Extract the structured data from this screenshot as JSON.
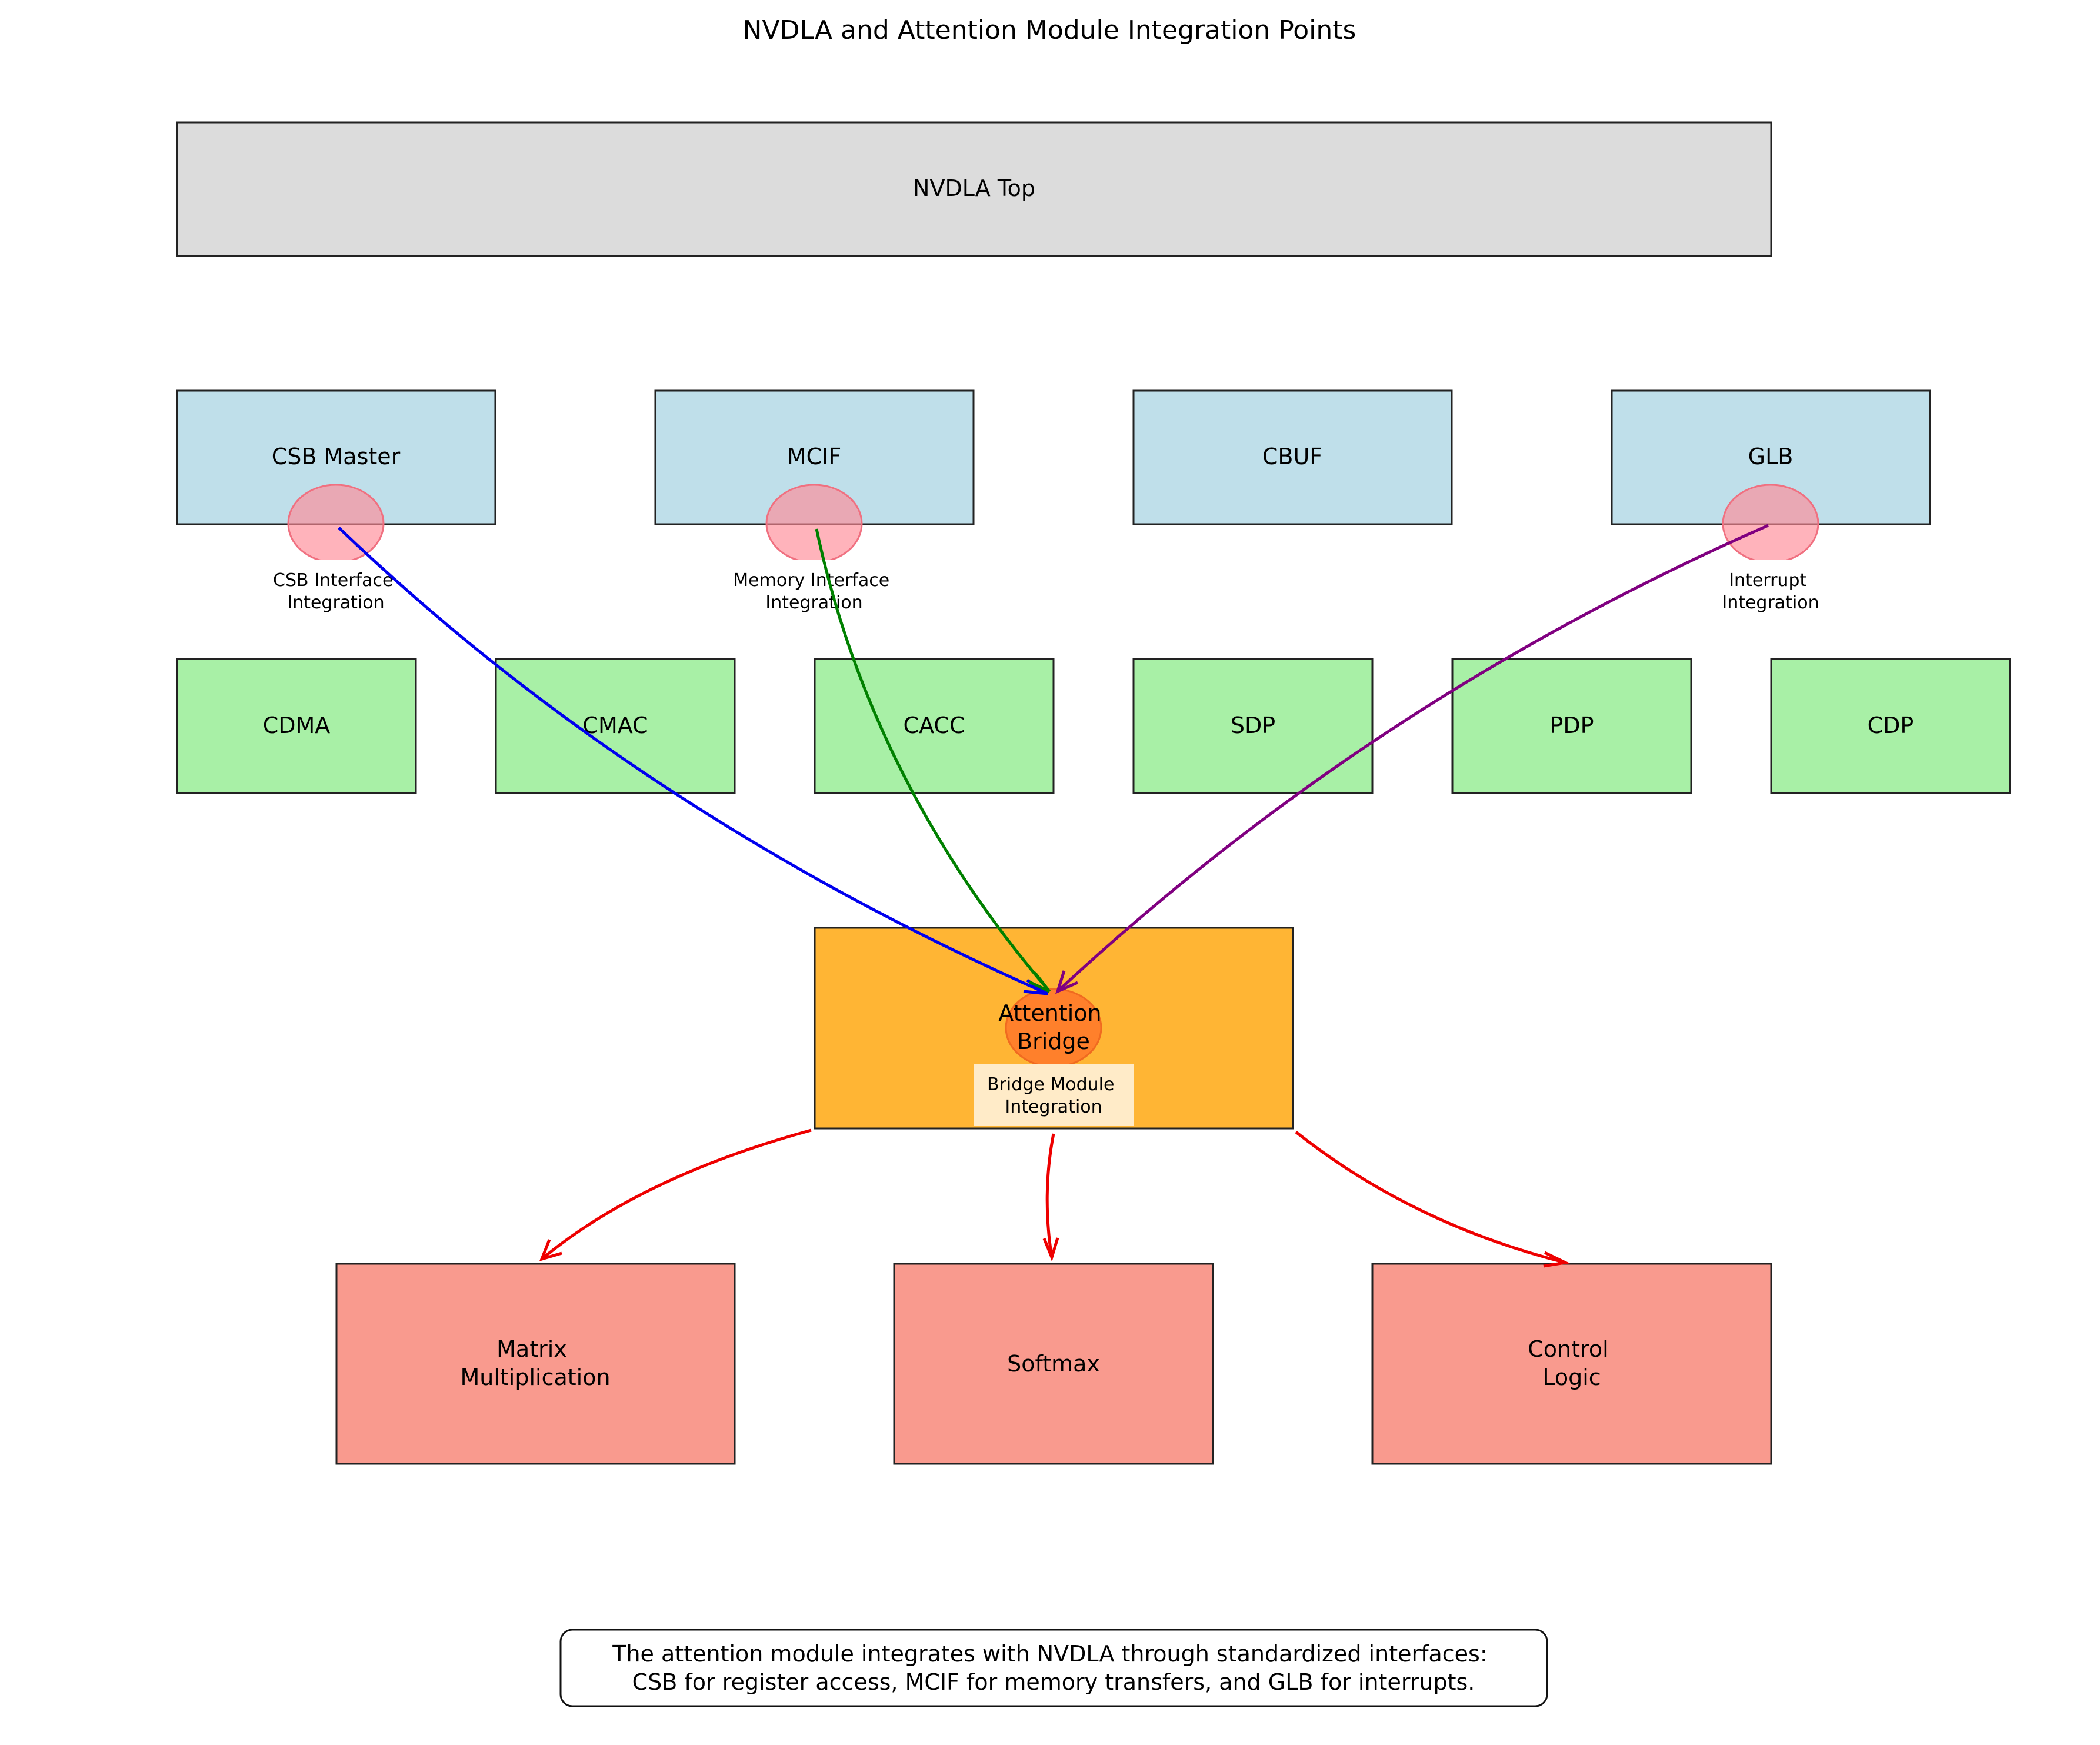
{
  "title": "NVDLA and Attention Module Integration Points",
  "top_block": {
    "label": "NVDLA Top",
    "fill": "#dcdcdc"
  },
  "interface_blocks": [
    {
      "id": "csb-master",
      "label": "CSB Master"
    },
    {
      "id": "mcif",
      "label": "MCIF"
    },
    {
      "id": "cbuf",
      "label": "CBUF"
    },
    {
      "id": "glb",
      "label": "GLB"
    }
  ],
  "engine_blocks": [
    {
      "id": "cdma",
      "label": "CDMA"
    },
    {
      "id": "cmac",
      "label": "CMAC"
    },
    {
      "id": "cacc",
      "label": "CACC"
    },
    {
      "id": "sdp",
      "label": "SDP"
    },
    {
      "id": "pdp",
      "label": "PDP"
    },
    {
      "id": "cdp",
      "label": "CDP"
    }
  ],
  "integration_points": [
    {
      "id": "csb",
      "line1": "CSB Interface",
      "line2": "Integration"
    },
    {
      "id": "memory",
      "line1": "Memory Interface",
      "line2": "Integration"
    },
    {
      "id": "interrupt",
      "line1": "Interrupt",
      "line2": "Integration"
    }
  ],
  "bridge": {
    "line1": "Attention",
    "line2": "Bridge",
    "note_line1": "Bridge Module",
    "note_line2": "Integration"
  },
  "attention_blocks": [
    {
      "id": "matrix-multiplication",
      "line1": "Matrix",
      "line2": "Multiplication"
    },
    {
      "id": "softmax",
      "line1": "Softmax",
      "line2": ""
    },
    {
      "id": "control-logic",
      "line1": "Control",
      "line2": "Logic"
    }
  ],
  "caption": {
    "line1": "The attention module integrates with NVDLA through standardized interfaces:",
    "line2": "CSB for register access, MCIF for memory transfers, and GLB for interrupts."
  },
  "colors": {
    "interface": "#bfdfea",
    "engine": "#a8f0a6",
    "bridge": "#ffb534",
    "bridge_marker": "#ff7a2a",
    "attention": "#f99a8e",
    "integration_marker": "#ffabb4",
    "note_bg": "#ffebc8",
    "csb_arrow": "#0000ee",
    "memory_arrow": "#008000",
    "interrupt_arrow": "#800080",
    "output_arrow": "#ee0000"
  }
}
